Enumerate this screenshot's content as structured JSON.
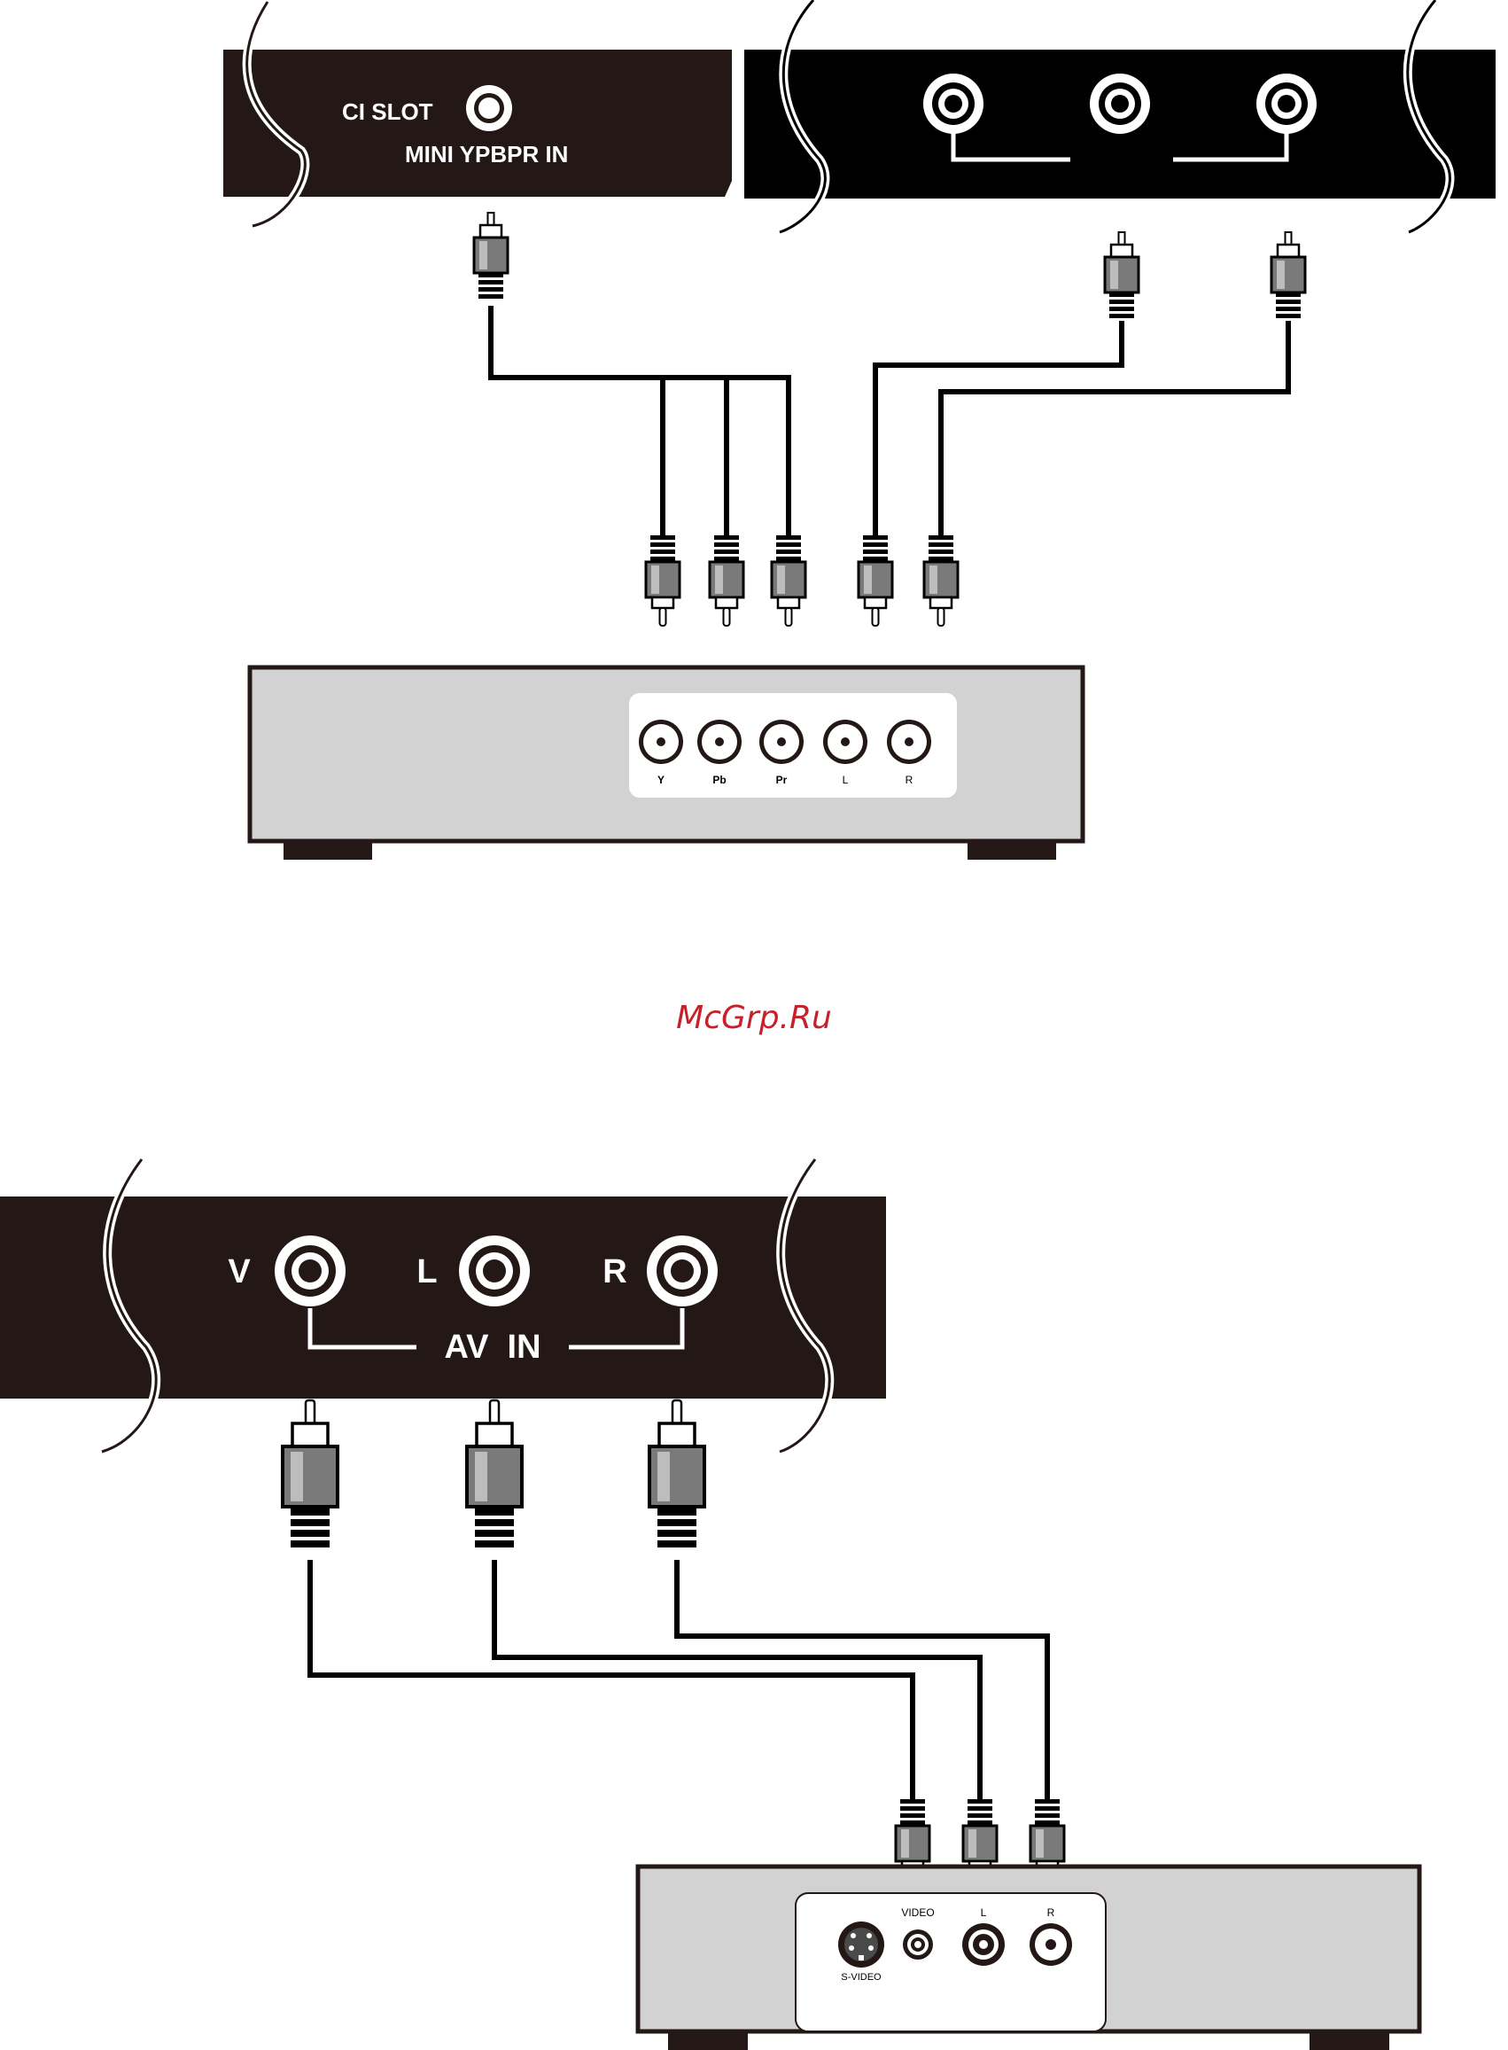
{
  "top_diagram": {
    "tv_panel_labels": {
      "ci_slot": "CI SLOT",
      "mini_ypbpr_in": "MINI YPBPR IN"
    },
    "device_jack_labels": [
      "Y",
      "Pb",
      "Pr",
      "L",
      "R"
    ]
  },
  "watermark": "McGrp.Ru",
  "bottom_diagram": {
    "tv_jack_labels": {
      "v": "V",
      "l": "L",
      "r": "R"
    },
    "group_label": "AV  IN",
    "device_jack_labels": {
      "video": "VIDEO",
      "l": "L",
      "r": "R",
      "svideo": "S-VIDEO"
    }
  },
  "colors": {
    "panel_dark": "#231815",
    "panel_black": "#000000",
    "device_gray": "#d2d2d2",
    "watermark_red": "#c8202a"
  }
}
